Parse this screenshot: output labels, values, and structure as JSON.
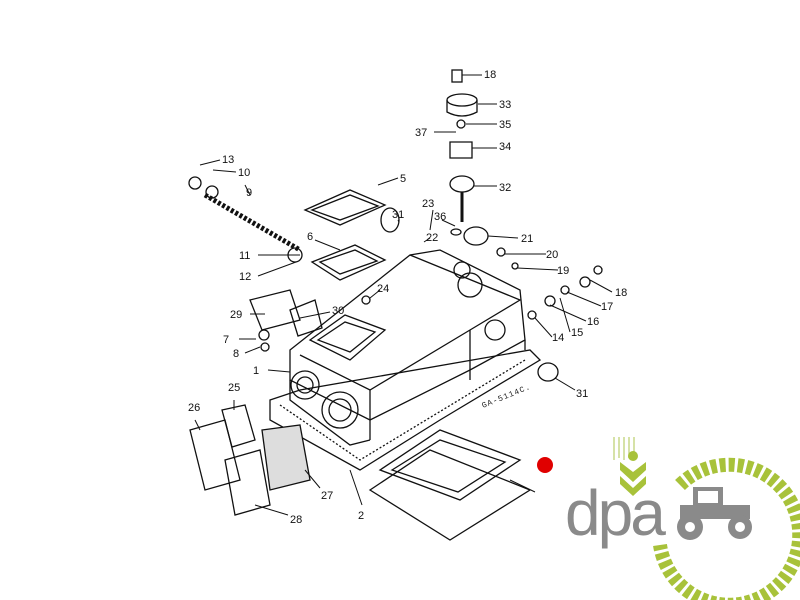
{
  "diagram": {
    "drawing_code": "GA-5114C.",
    "part_labels": [
      {
        "id": "p18a",
        "text": "18"
      },
      {
        "id": "p33",
        "text": "33"
      },
      {
        "id": "p35",
        "text": "35"
      },
      {
        "id": "p37",
        "text": "37"
      },
      {
        "id": "p34",
        "text": "34"
      },
      {
        "id": "p13",
        "text": "13"
      },
      {
        "id": "p10",
        "text": "10"
      },
      {
        "id": "p9",
        "text": "9"
      },
      {
        "id": "p5",
        "text": "5"
      },
      {
        "id": "p32",
        "text": "32"
      },
      {
        "id": "p23",
        "text": "23"
      },
      {
        "id": "p31a",
        "text": "31"
      },
      {
        "id": "p36",
        "text": "36"
      },
      {
        "id": "p22",
        "text": "22"
      },
      {
        "id": "p21",
        "text": "21"
      },
      {
        "id": "p6",
        "text": "6"
      },
      {
        "id": "p11",
        "text": "11"
      },
      {
        "id": "p20",
        "text": "20"
      },
      {
        "id": "p19",
        "text": "19"
      },
      {
        "id": "p12",
        "text": "12"
      },
      {
        "id": "p18b",
        "text": "18"
      },
      {
        "id": "p17",
        "text": "17"
      },
      {
        "id": "p24",
        "text": "24"
      },
      {
        "id": "p29",
        "text": "29"
      },
      {
        "id": "p30",
        "text": "30"
      },
      {
        "id": "p16",
        "text": "16"
      },
      {
        "id": "p15",
        "text": "15"
      },
      {
        "id": "p14",
        "text": "14"
      },
      {
        "id": "p7",
        "text": "7"
      },
      {
        "id": "p8",
        "text": "8"
      },
      {
        "id": "p1",
        "text": "1"
      },
      {
        "id": "p31b",
        "text": "31"
      },
      {
        "id": "p25",
        "text": "25"
      },
      {
        "id": "p26",
        "text": "26"
      },
      {
        "id": "p27",
        "text": "27"
      },
      {
        "id": "p28",
        "text": "28"
      },
      {
        "id": "p2",
        "text": "2"
      }
    ],
    "marker_color": "#e00000"
  },
  "logo": {
    "text": "dpa",
    "gray": "#8a8a8a",
    "green": "#a8c23a"
  }
}
